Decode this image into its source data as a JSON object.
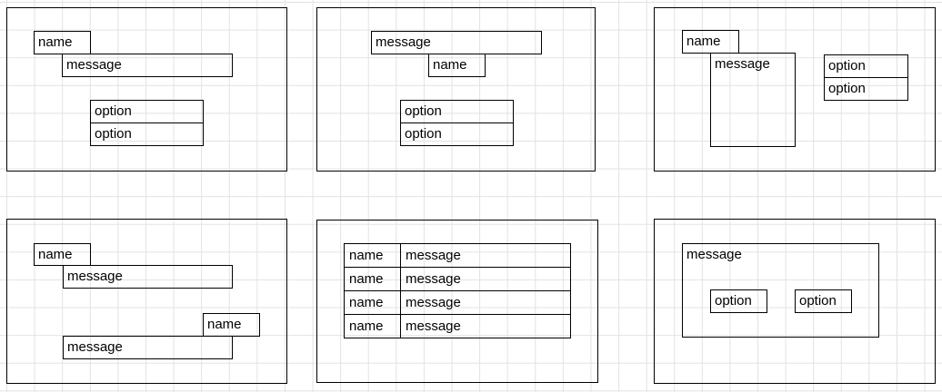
{
  "canvas": {
    "background_color": "#ffffff",
    "grid_color": "#e2e2e2",
    "shape_border_color": "#000000",
    "text_color": "#000000"
  },
  "panels": [
    {
      "id": "top-left",
      "boxes": [
        {
          "label": "name"
        },
        {
          "label": "message"
        },
        {
          "label": "option"
        },
        {
          "label": "option"
        }
      ]
    },
    {
      "id": "top-center",
      "boxes": [
        {
          "label": "message"
        },
        {
          "label": "name"
        },
        {
          "label": "option"
        },
        {
          "label": "option"
        }
      ]
    },
    {
      "id": "top-right",
      "boxes": [
        {
          "label": "name"
        },
        {
          "label": "message"
        },
        {
          "label": "option"
        },
        {
          "label": "option"
        }
      ]
    },
    {
      "id": "bottom-left",
      "boxes": [
        {
          "label": "name"
        },
        {
          "label": "message"
        },
        {
          "label": "name"
        },
        {
          "label": "message"
        }
      ]
    },
    {
      "id": "bottom-center",
      "table": {
        "rows": [
          {
            "name": "name",
            "message": "message"
          },
          {
            "name": "name",
            "message": "message"
          },
          {
            "name": "name",
            "message": "message"
          },
          {
            "name": "name",
            "message": "message"
          }
        ]
      }
    },
    {
      "id": "bottom-right",
      "boxes": [
        {
          "label": "message"
        },
        {
          "label": "option"
        },
        {
          "label": "option"
        }
      ]
    }
  ]
}
